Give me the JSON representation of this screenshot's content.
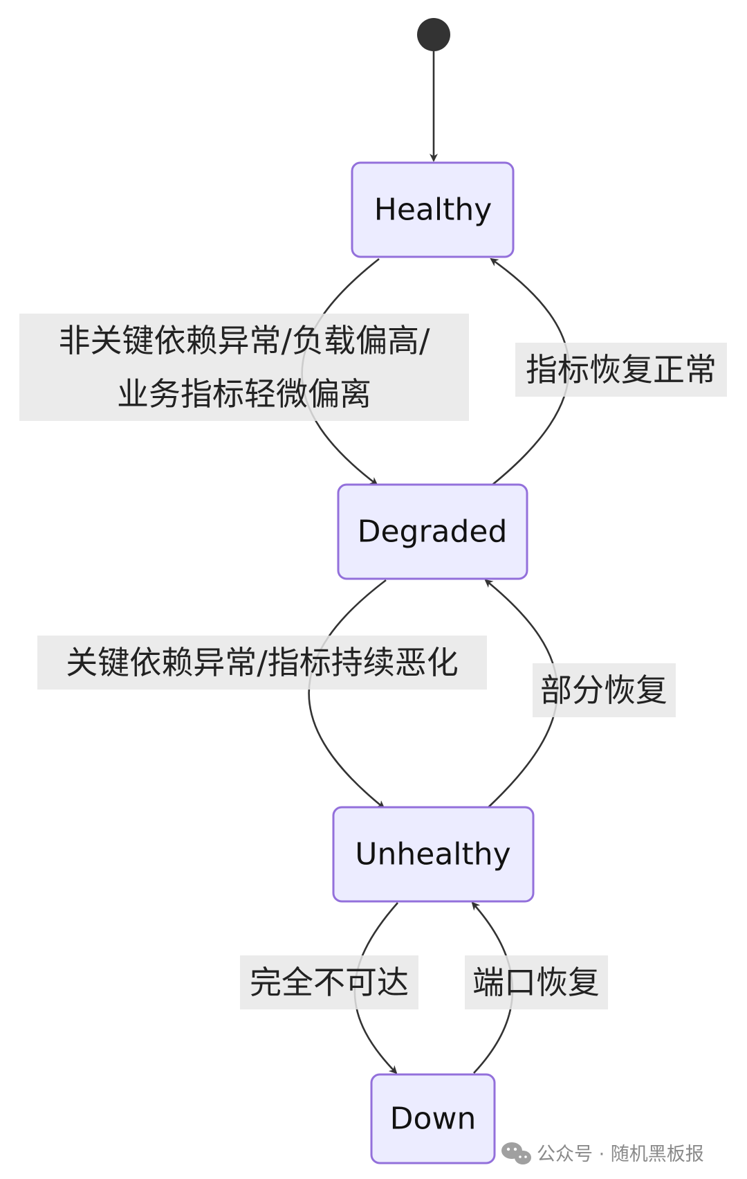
{
  "diagram": {
    "states": {
      "healthy": "Healthy",
      "degraded": "Degraded",
      "unhealthy": "Unhealthy",
      "down": "Down"
    },
    "transitions": {
      "healthy_to_degraded_line1": "非关键依赖异常/负载偏高/",
      "healthy_to_degraded_line2": "业务指标轻微偏离",
      "degraded_to_healthy": "指标恢复正常",
      "degraded_to_unhealthy": "关键依赖异常/指标持续恶化",
      "unhealthy_to_degraded": "部分恢复",
      "unhealthy_to_down": "完全不可达",
      "down_to_unhealthy": "端口恢复"
    }
  },
  "watermark": {
    "text": "公众号 · 随机黑板报",
    "icon": "wechat-icon"
  },
  "colors": {
    "state_fill": "#ECECFF",
    "state_border": "#9370DB",
    "edge": "#333333",
    "label_background": "#E8E8E8"
  }
}
